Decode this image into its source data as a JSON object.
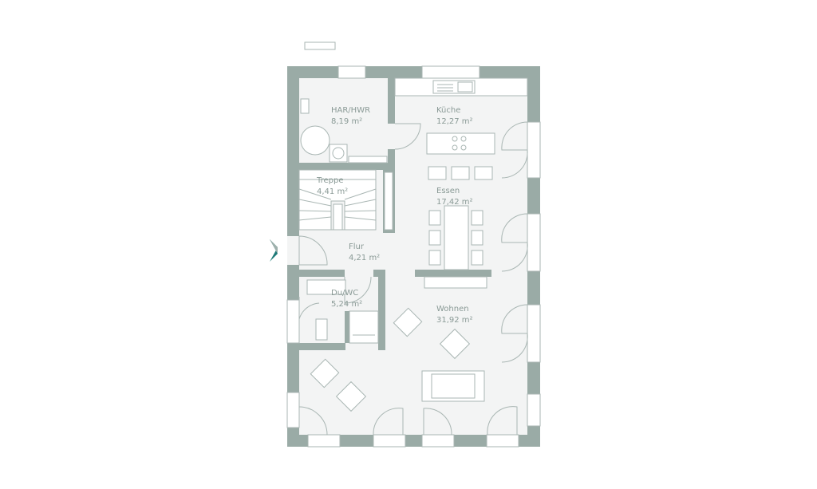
{
  "rooms": {
    "har": {
      "name": "HAR/HWR",
      "area": "8,19 m²"
    },
    "kueche": {
      "name": "Küche",
      "area": "12,27 m²"
    },
    "treppe": {
      "name": "Treppe",
      "area": "4,41 m²"
    },
    "essen": {
      "name": "Essen",
      "area": "17,42 m²"
    },
    "flur": {
      "name": "Flur",
      "area": "4,21 m²"
    },
    "duwc": {
      "name": "Du/WC",
      "area": "5,24 m²"
    },
    "wohnen": {
      "name": "Wohnen",
      "area": "31,92 m²"
    }
  },
  "colors": {
    "wall": "#9aaba6",
    "floor": "#f3f4f4",
    "label": "#8a9a96",
    "entrance_marker": "#1f7a78"
  },
  "icons": [
    "north-arrow-icon",
    "entrance-arrow-icon"
  ]
}
